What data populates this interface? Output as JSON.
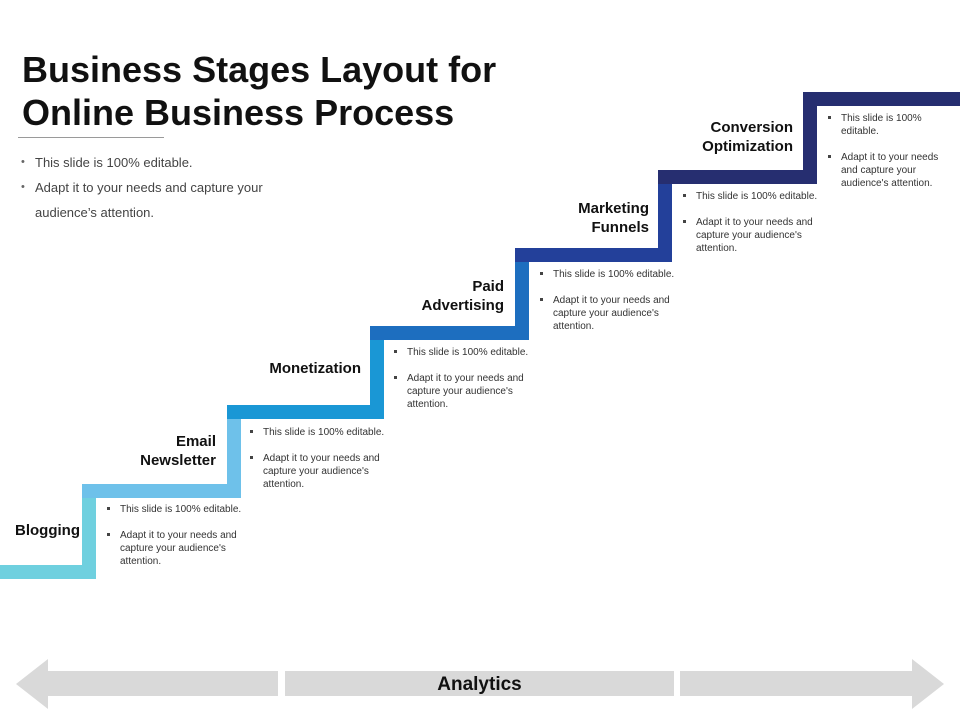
{
  "title": {
    "line1": "Business Stages Layout for",
    "line2": "Online Business Process"
  },
  "intro": [
    "This slide is 100% editable.",
    "Adapt it to your needs and capture your audience’s attention."
  ],
  "stages": [
    {
      "label_lines": [
        "Blogging"
      ],
      "color": "#6fd0df",
      "notes": [
        "This slide is 100% editable.",
        "Adapt it to your needs and capture your audience's attention."
      ]
    },
    {
      "label_lines": [
        "Email",
        "Newsletter"
      ],
      "color": "#6ec1ea",
      "notes": [
        "This slide is 100% editable.",
        "Adapt it to your needs and capture your audience's attention."
      ]
    },
    {
      "label_lines": [
        "Monetization"
      ],
      "color": "#1a97d5",
      "notes": [
        "This slide is 100% editable.",
        "Adapt it to your needs and capture your audience's attention."
      ]
    },
    {
      "label_lines": [
        "Paid",
        "Advertising"
      ],
      "color": "#1d6ebf",
      "notes": [
        "This slide is 100% editable.",
        "Adapt it to your needs and capture your audience's attention."
      ]
    },
    {
      "label_lines": [
        "Marketing",
        "Funnels"
      ],
      "color": "#23409a",
      "notes": [
        "This slide is 100% editable.",
        "Adapt it to your needs and capture your audience's attention."
      ]
    },
    {
      "label_lines": [
        "Conversion",
        "Optimization"
      ],
      "color": "#262e70",
      "notes": [
        "This slide is 100% editable.",
        "Adapt it to your needs and capture your audience's attention."
      ]
    }
  ],
  "bottom": {
    "label": "Analytics",
    "arrow_color": "#d9d9d9"
  }
}
